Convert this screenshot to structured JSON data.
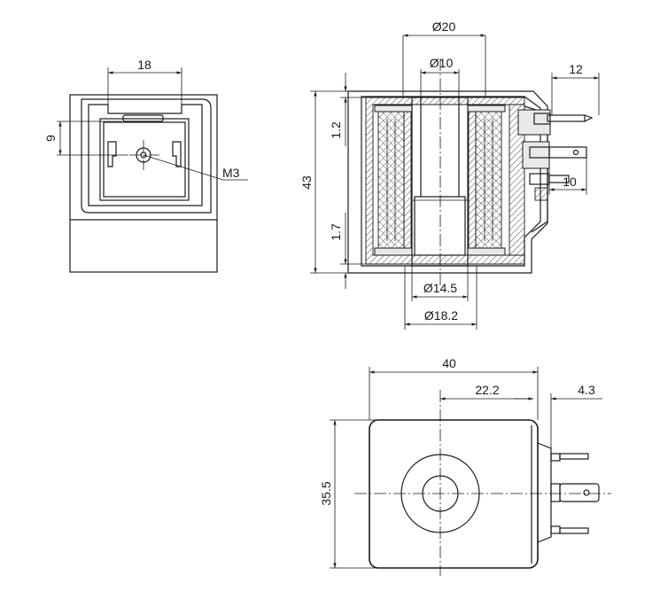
{
  "diagram": {
    "front_view": {
      "width_dim": "18",
      "height_dim": "9",
      "thread_label": "M3"
    },
    "section_view": {
      "outer_dia": "Ø20",
      "bore_dia": "Ø10",
      "height_total": "43",
      "top_offset": "1.2",
      "bottom_offset": "1.7",
      "lower_inner_dia": "Ø14.5",
      "lower_outer_dia": "Ø18.2",
      "terminal_length": "12",
      "terminal_spacing": "10"
    },
    "bottom_view": {
      "body_width": "40",
      "center_to_edge": "22.2",
      "terminal_protrusion": "4.3",
      "body_height": "35.5"
    }
  }
}
